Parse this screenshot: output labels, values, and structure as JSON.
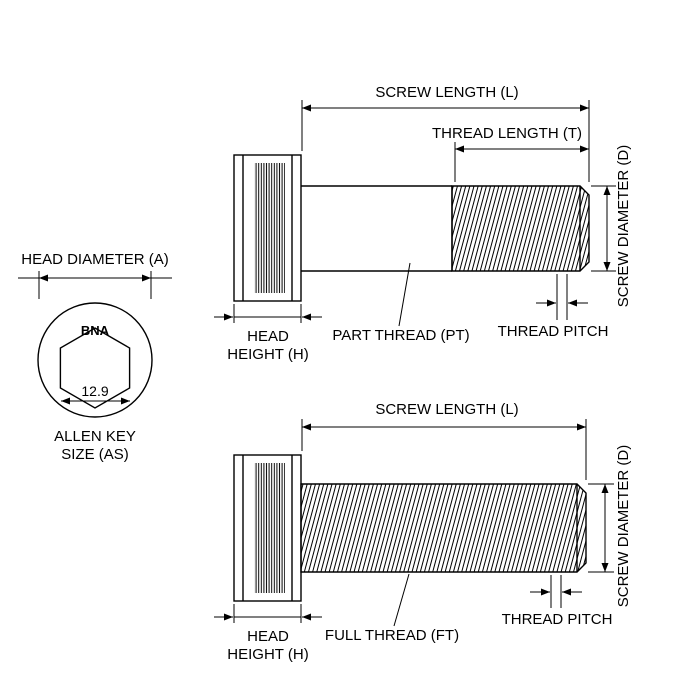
{
  "colors": {
    "line": "#000000",
    "background": "#ffffff"
  },
  "detail": {
    "head_diameter": "HEAD DIAMETER (A)",
    "brand": "BNA",
    "grade": "12.9",
    "allen_key_line1": "ALLEN KEY",
    "allen_key_line2": "SIZE (AS)"
  },
  "part_thread_screw": {
    "screw_length": "SCREW LENGTH (L)",
    "thread_length": "THREAD LENGTH (T)",
    "screw_diameter": "SCREW DIAMETER (D)",
    "head_line1": "HEAD",
    "head_line2": "HEIGHT (H)",
    "thread": "PART THREAD (PT)",
    "pitch": "THREAD PITCH"
  },
  "full_thread_screw": {
    "screw_length": "SCREW LENGTH (L)",
    "screw_diameter": "SCREW DIAMETER (D)",
    "head_line1": "HEAD",
    "head_line2": "HEIGHT (H)",
    "thread": "FULL THREAD (FT)",
    "pitch": "THREAD PITCH"
  }
}
